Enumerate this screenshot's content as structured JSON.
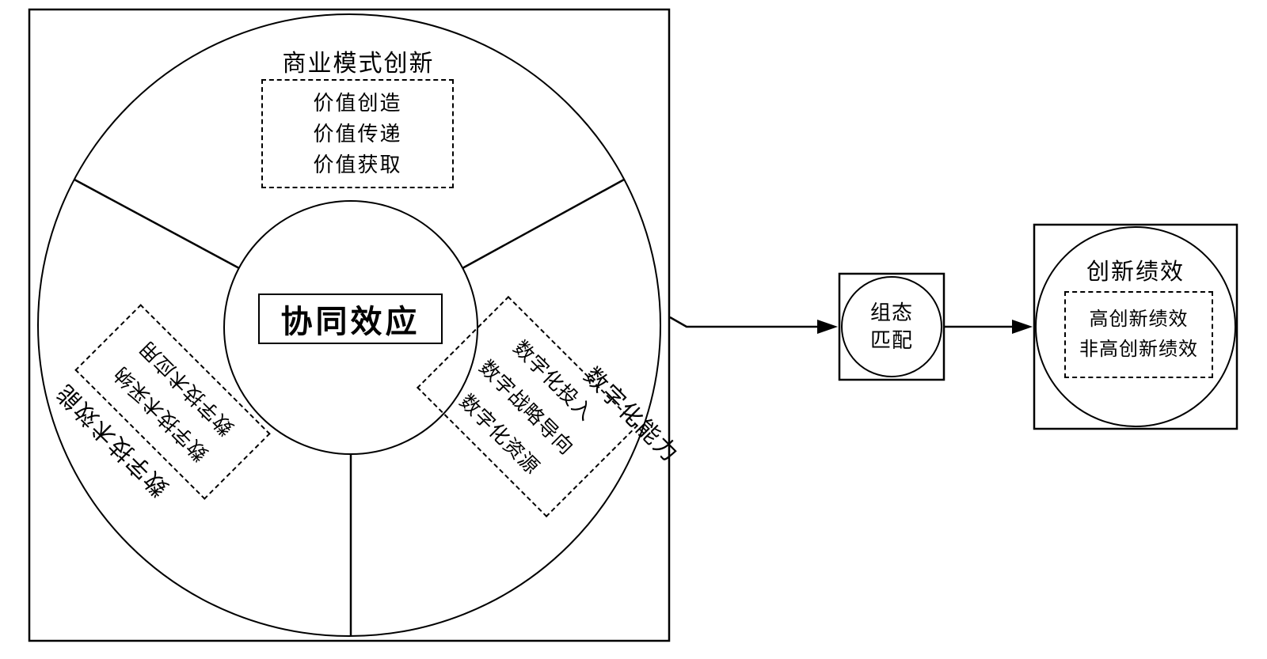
{
  "diagram": {
    "center_box": {
      "label": "协同效应"
    },
    "sectors": {
      "top": {
        "label": "商业模式创新",
        "items": [
          "价值创造",
          "价值传递",
          "价值获取"
        ]
      },
      "right": {
        "label": "数字化能力",
        "items": [
          "数字化投入",
          "数字战略导向",
          "数字化资源"
        ]
      },
      "left": {
        "label": "数字技术效能",
        "items": [
          "数字技术采纳",
          "数字技术应用"
        ]
      }
    },
    "connector": {
      "label_lines": [
        "组态",
        "匹配"
      ]
    },
    "outcome": {
      "title": "创新绩效",
      "items": [
        "高创新绩效",
        "非高创新绩效"
      ]
    },
    "colors": {
      "stroke": "#000000",
      "background": "#ffffff"
    }
  }
}
